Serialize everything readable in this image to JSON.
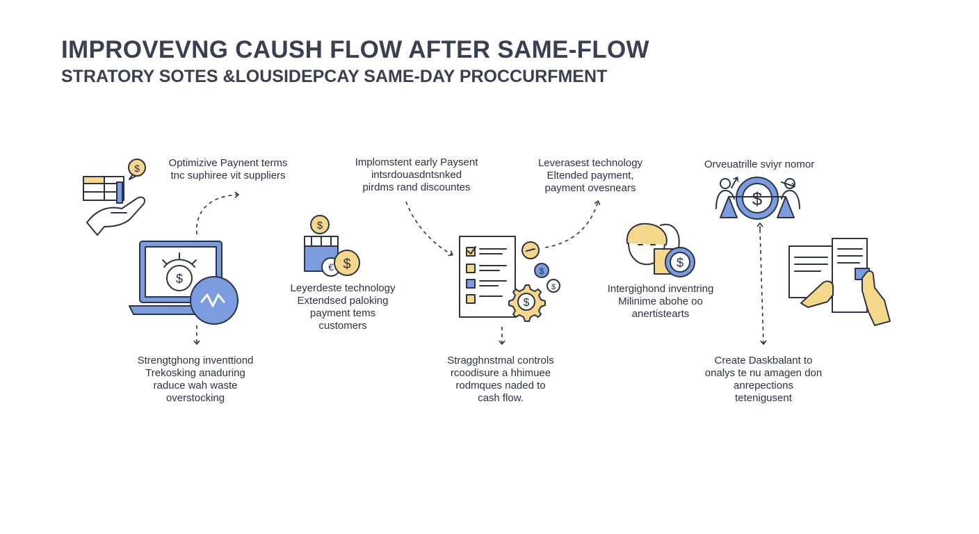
{
  "header": {
    "title": "IMPROVEVNG CAUSH FLOW AFTER SAME-FLOW",
    "subtitle": "STRATORY SOTES &LOUSIDEPCAY SAME-DAY PROCCURFMENT"
  },
  "steps": [
    {
      "lines": [
        "Optimizive Paynent terms",
        "tnc suphiree vit suppliers"
      ]
    },
    {
      "lines": [
        "Strengtghong inventtiond",
        "Trekosking anaduring",
        "raduce wah waste",
        "overstocking"
      ]
    },
    {
      "lines": [
        "Leyerdeste technology",
        "Extendsed paloking",
        "payment tems",
        "customers"
      ]
    },
    {
      "lines": [
        "Implomstent early Paysent",
        "intsrdouasdntsnked",
        "pirdms rand discountes"
      ]
    },
    {
      "lines": [
        "Stragghnstmal controls",
        "rcoodisure a hhimuee",
        "rodmques naded to",
        "cash flow."
      ]
    },
    {
      "lines": [
        "Leverasest technology",
        "Eltended payment,",
        "payment ovesnears"
      ]
    },
    {
      "lines": [
        "Intergighond inventring",
        "Milinime abohe oo",
        "anertistearts"
      ]
    },
    {
      "lines": [
        "Orveuatrille sviyr nomor"
      ]
    },
    {
      "lines": [
        "Create Daskbalant to",
        "onalys te nu amagen don",
        "anrepections",
        "tetenigusent"
      ]
    }
  ],
  "icons": {
    "currency_symbol": "$",
    "euro_symbol": "€"
  },
  "colors": {
    "outline": "#2b3245",
    "accent_blue": "#7b9de0",
    "accent_yellow": "#f5d78a"
  }
}
